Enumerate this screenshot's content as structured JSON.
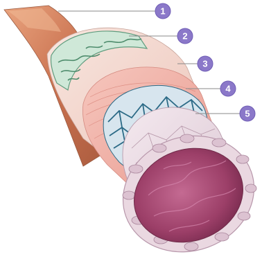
{
  "callouts": [
    {
      "label": "1"
    },
    {
      "label": "2"
    },
    {
      "label": "3"
    },
    {
      "label": "4"
    },
    {
      "label": "5"
    }
  ],
  "colors": {
    "callout_fill": "#8b78c9",
    "callout_stroke": "#6f5db5",
    "leader_line": "#8a8a8a",
    "outer_layer": "#d98b6a",
    "connective_layer": "#f3d7cf",
    "nerve_network": "#7fbf9f",
    "muscle_layer": "#f0a8a0",
    "capillary_network": "#2b6a86",
    "epithelium": "#e9dbe3",
    "lumen": "#a44a73"
  }
}
